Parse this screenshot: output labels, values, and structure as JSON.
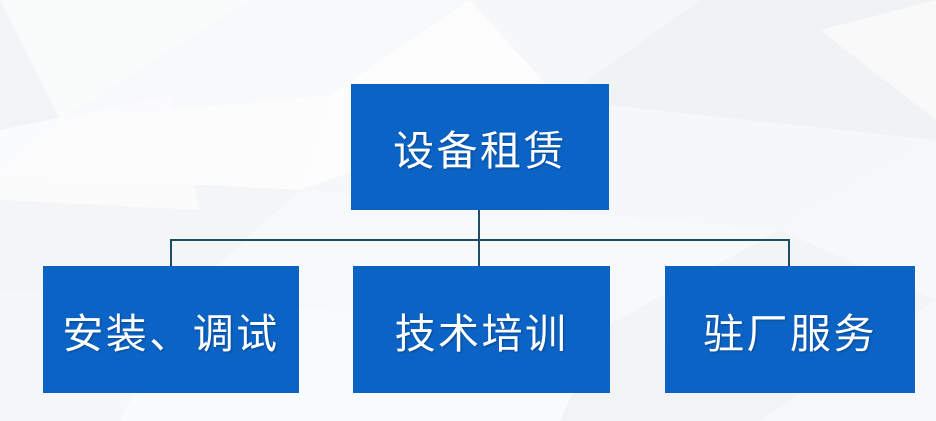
{
  "diagram": {
    "type": "organization-chart",
    "orientation": "top-down",
    "root": {
      "label": "设备租赁"
    },
    "children": [
      {
        "label": "安装、调试"
      },
      {
        "label": "技术培训"
      },
      {
        "label": "驻厂服务"
      }
    ]
  },
  "colors": {
    "node_fill": "#0B63C5",
    "node_text": "#FFFFFF",
    "connector": "#1F4C66",
    "background_base": "#F5F6F7",
    "background_highlight": "#FDFDFE",
    "background_shade": "#EDEEF0"
  }
}
